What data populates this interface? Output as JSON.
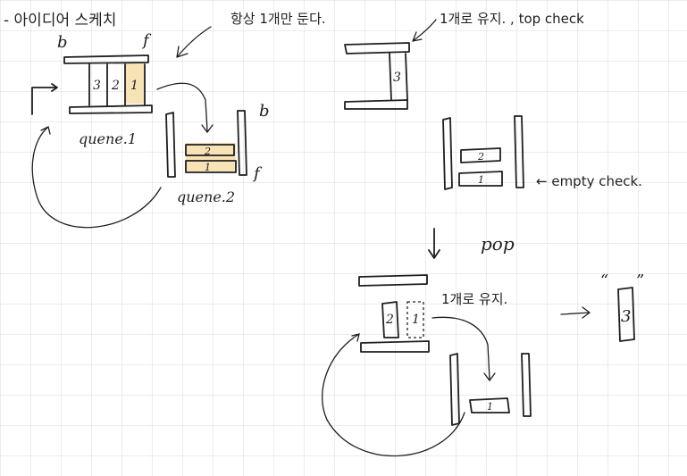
{
  "notes": {
    "title": "- 아이디어 스케치",
    "keep_one": "항상 1개만 둔다.",
    "keep_one_top": "1개로 유지. , top check",
    "empty_check": "← empty check.",
    "pop": "pop",
    "keep_one_2": "1개로 유지.",
    "result": "\" 3 \""
  },
  "labels": {
    "b1": "b",
    "f1": "f",
    "b2": "b",
    "f2": "f",
    "queue1": "quene.1",
    "queue2": "quene.2"
  },
  "cells": {
    "q1": [
      "3",
      "2",
      "1"
    ],
    "q2": [
      "2",
      "1"
    ],
    "s2_q1": [
      "3"
    ],
    "s2_q2": [
      "2",
      "1"
    ],
    "s3_q1": [
      "2",
      "1"
    ],
    "s3_q2": [
      "1"
    ],
    "result": "3"
  },
  "colors": {
    "ink": "#1f1f1f",
    "grid": "#d9d9d9",
    "highlight": "#f7e3b5"
  }
}
